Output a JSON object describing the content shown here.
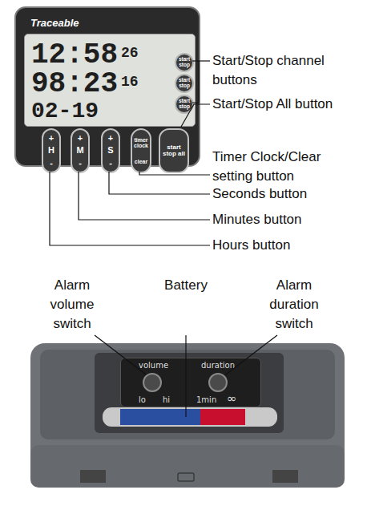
{
  "diagram": {
    "nodes": [
      {
        "text": [
          "Traceable"
        ]
      },
      {
        "text": [
          "12:58",
          "26",
          "98:23",
          "16",
          "02-19"
        ],
        "in": 0
      },
      {
        "text": [
          "start stop"
        ],
        "in": 0
      },
      {
        "text": [
          "start stop"
        ],
        "in": 0
      },
      {
        "text": [
          "start stop"
        ],
        "in": 0
      },
      {
        "text": [
          "+",
          "H",
          "-"
        ],
        "in": 0
      },
      {
        "text": [
          "+",
          "M",
          "-"
        ],
        "in": 0
      },
      {
        "text": [
          "+",
          "S",
          "-"
        ],
        "in": 0
      },
      {
        "text": [
          "timer clock",
          "clear"
        ],
        "in": 0
      },
      {
        "text": [
          "start stop all"
        ],
        "in": 0
      },
      {
        "text": [
          "volume",
          "lo",
          "hi",
          "duration",
          "1min",
          "∞"
        ]
      }
    ],
    "labels": [
      "Start/Stop channel buttons",
      "Start/Stop All button",
      "Timer Clock/Clear setting button",
      "Seconds button",
      "Minutes button",
      "Hours button",
      "Alarm volume switch",
      "Battery",
      "Alarm duration switch"
    ]
  }
}
